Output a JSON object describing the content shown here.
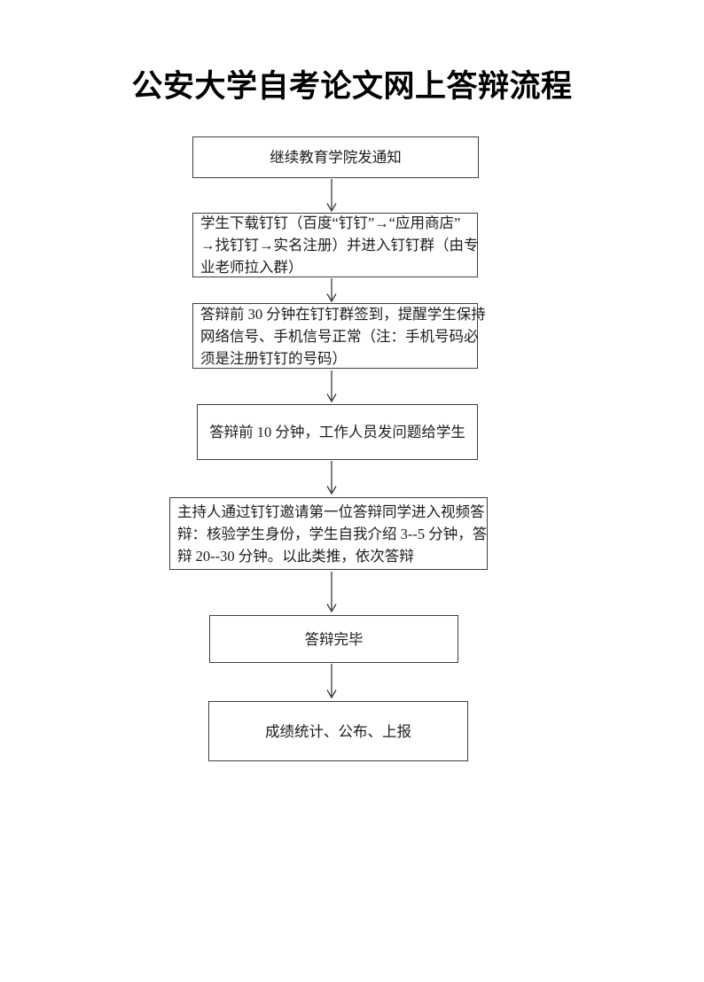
{
  "document": {
    "title": "公安大学自考论文网上答辩流程"
  },
  "flowchart": {
    "steps": [
      {
        "name": "notice",
        "lines": [
          "继续教育学院发通知"
        ]
      },
      {
        "name": "download-dingtalk",
        "lines": [
          "学生下载钉钉（百度“钉钉”→“应用商店”",
          "→找钉钉→实名注册）并进入钉钉群（由专",
          "业老师拉入群）"
        ]
      },
      {
        "name": "signin-reminder",
        "lines": [
          "答辩前 30 分钟在钉钉群签到，提醒学生保持",
          "网络信号、手机信号正常（注：手机号码必",
          "须是注册钉钉的号码）"
        ]
      },
      {
        "name": "send-questions",
        "lines": [
          "答辩前 10 分钟，工作人员发问题给学生"
        ]
      },
      {
        "name": "video-defense",
        "lines": [
          "主持人通过钉钉邀请第一位答辩同学进入视频答",
          "辩：核验学生身份，学生自我介绍 3--5 分钟，答",
          "辩 20--30 分钟。以此类推，依次答辩"
        ]
      },
      {
        "name": "defense-complete",
        "lines": [
          "答辩完毕"
        ]
      },
      {
        "name": "score-report",
        "lines": [
          "成绩统计、公布、上报"
        ]
      }
    ]
  },
  "colors": {
    "box_border": "#3e3e3e",
    "arrow": "#3a3a3a",
    "text": "#1c1c1c",
    "background": "#ffffff"
  }
}
